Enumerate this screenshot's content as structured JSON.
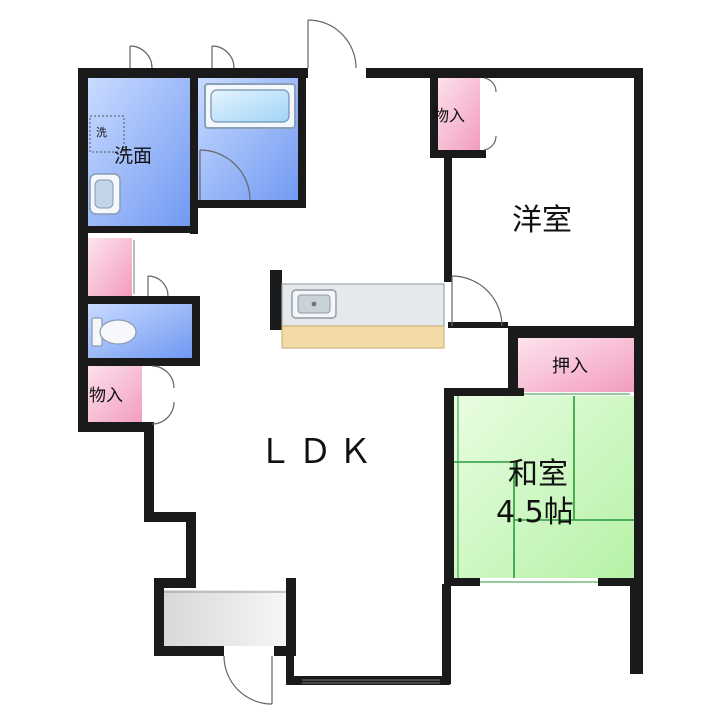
{
  "rooms": {
    "wash": "洗面",
    "washer": "洗",
    "storage_top": "物入",
    "western": "洋室",
    "closet": "押入",
    "ldk": "ＬＤＫ",
    "japanese_line1": "和室",
    "japanese_line2": "4.5帖",
    "storage_left": "物入"
  },
  "colors": {
    "wet_area": "#7fa6f5",
    "storage": "#f4a9c6",
    "tatami": "#bdf5b0",
    "kitchen_counter": "#f2dba6",
    "wall": "#1a1a1a"
  }
}
